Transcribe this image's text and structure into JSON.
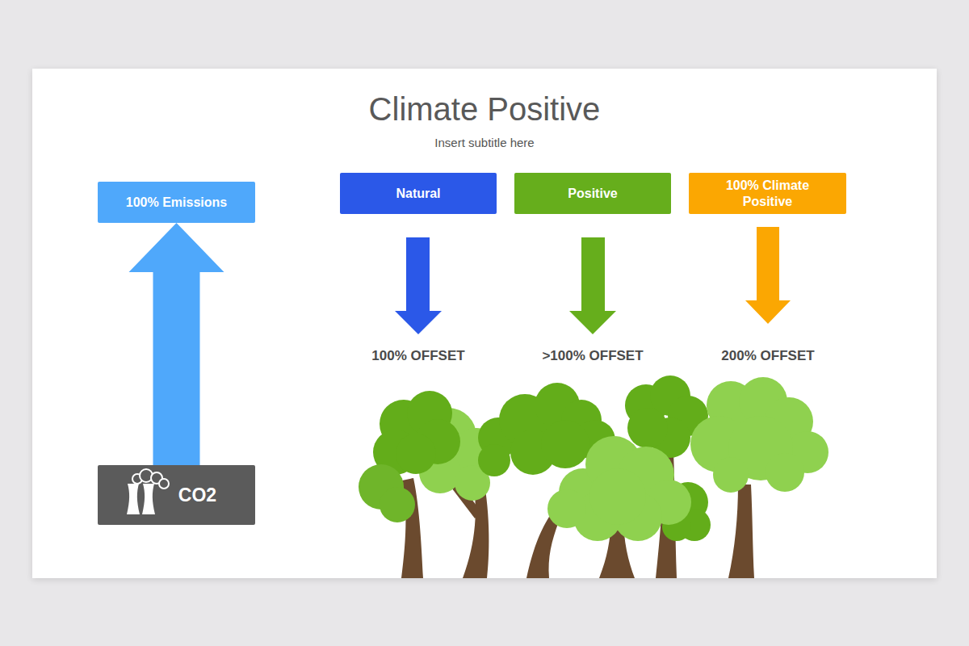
{
  "diagram": {
    "title": "Climate Positive",
    "nodes": [
      {
        "text": [
          "100% Emissions"
        ]
      },
      {
        "text": [
          "Natural"
        ]
      },
      {
        "text": [
          "Positive"
        ]
      },
      {
        "text": [
          "100% Climate Positive"
        ]
      },
      {
        "text": [
          "CO2"
        ]
      }
    ],
    "edges": [
      {
        "from": 4,
        "to": 0,
        "arrow": "to"
      }
    ],
    "labels": [
      "Insert subtitle here",
      "100% OFFSET",
      ">100% OFFSET",
      "200% OFFSET"
    ]
  }
}
